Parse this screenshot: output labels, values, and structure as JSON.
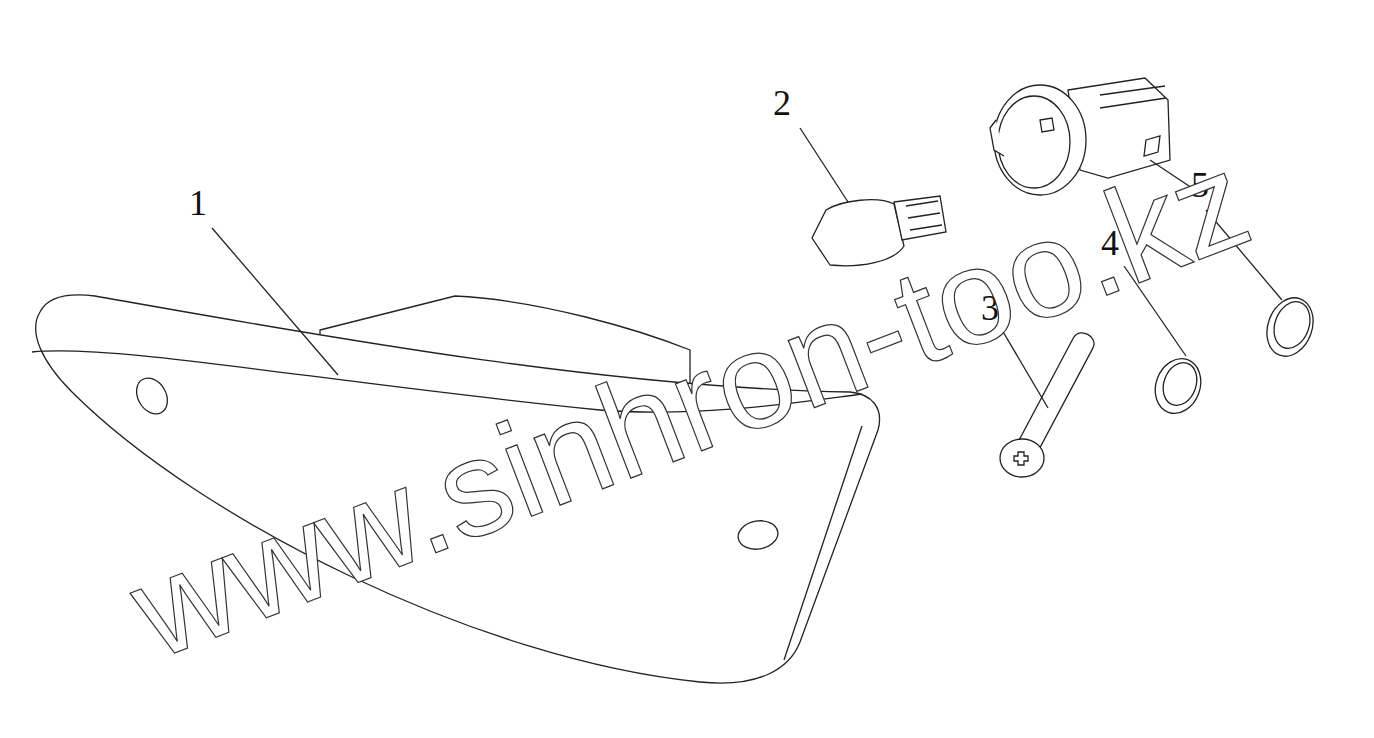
{
  "diagram": {
    "labels": [
      "1",
      "2",
      "3",
      "4",
      "5",
      "www.sinhron-too.kz"
    ]
  }
}
